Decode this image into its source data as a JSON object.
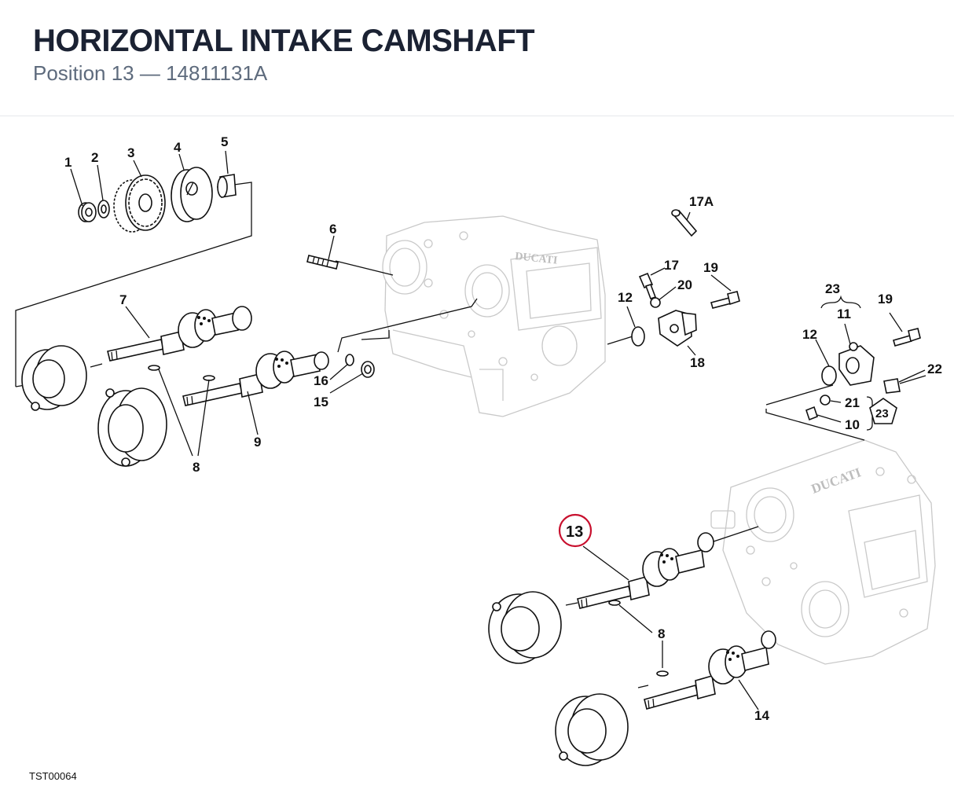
{
  "header": {
    "title": "HORIZONTAL INTAKE CAMSHAFT",
    "subtitle": "Position 13 — 14811131A"
  },
  "footer": {
    "doc_code": "TST00064"
  },
  "colors": {
    "highlight": "#c8102e",
    "title": "#1b2233",
    "subtitle": "#5e6b7d"
  },
  "cover_lettering": "DUCATI",
  "labels": {
    "p1": "1",
    "p2": "2",
    "p3": "3",
    "p4": "4",
    "p5": "5",
    "p6": "6",
    "p7": "7",
    "p8_top": "8",
    "p8_bottom": "8",
    "p9": "9",
    "p10": "10",
    "p11": "11",
    "p12_mid": "12",
    "p12_right": "12",
    "p13": "13",
    "p14": "14",
    "p15": "15",
    "p16": "16",
    "p17": "17",
    "p17a": "17A",
    "p18": "18",
    "p19_mid": "19",
    "p19_right": "19",
    "p20": "20",
    "p21": "21",
    "p22": "22",
    "p23_top": "23",
    "p23_pentagon": "23"
  }
}
